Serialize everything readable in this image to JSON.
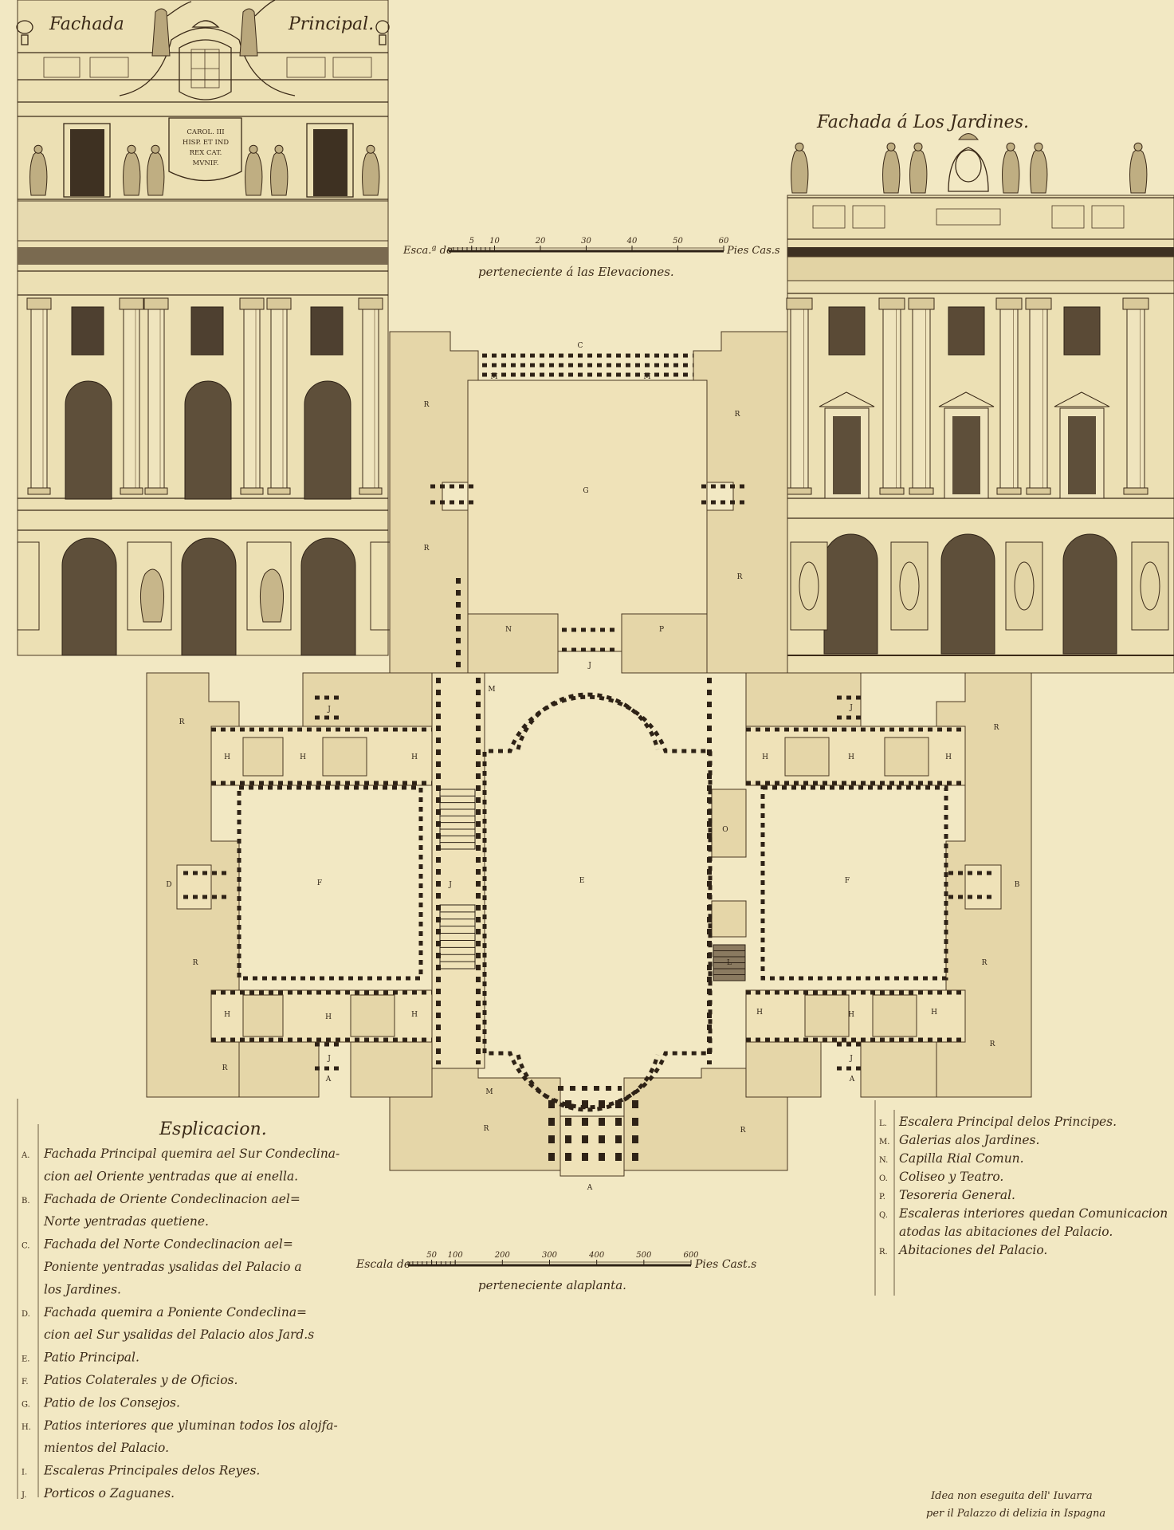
{
  "elevations": {
    "principal_title_1": "Fachada",
    "principal_title_2": "Principal.",
    "inscription": [
      "CAROL. III",
      "HISP. ET IND",
      "REX CAT.",
      "MVNIF."
    ],
    "gardens_title": "Fachada á Los Jardines."
  },
  "elevation_scale": {
    "prefix": "Esca.ª de",
    "ticks": [
      "5",
      "10",
      "20",
      "30",
      "40",
      "50",
      "60"
    ],
    "unit": "Pies Cas.s",
    "caption": "perteneciente á las Elevaciones."
  },
  "plan_scale": {
    "prefix": "Escala de",
    "ticks": [
      "50",
      "100",
      "200",
      "300",
      "400",
      "500",
      "600"
    ],
    "unit": "Pies Cast.s",
    "caption": "perteneciente alaplanta."
  },
  "plan_labels": [
    "G",
    "E",
    "F",
    "F",
    "N",
    "P",
    "O",
    "L",
    "A",
    "A",
    "A",
    "R",
    "R",
    "R",
    "R",
    "R",
    "R",
    "R",
    "R",
    "R",
    "R",
    "R",
    "R",
    "H",
    "H",
    "H",
    "H",
    "H",
    "H",
    "H",
    "H",
    "H",
    "H",
    "H",
    "H",
    "J",
    "J",
    "J",
    "J",
    "J",
    "J",
    "M",
    "M",
    "M",
    "M",
    "C",
    "D",
    "B"
  ],
  "legend_left": {
    "title": "Esplicacion.",
    "items": [
      {
        "letter": "A.",
        "lines": [
          "Fachada Principal quemira ael Sur Condeclina-",
          "cion ael Oriente yentradas que ai enella."
        ]
      },
      {
        "letter": "B.",
        "lines": [
          "Fachada de Oriente Condeclinacion ael=",
          "Norte yentradas quetiene."
        ]
      },
      {
        "letter": "C.",
        "lines": [
          "Fachada del Norte Condeclinacion ael=",
          "Poniente yentradas ysalidas del Palacio a",
          "los Jardines."
        ]
      },
      {
        "letter": "D.",
        "lines": [
          "Fachada quemira a Poniente Condeclina=",
          "cion ael Sur ysalidas del Palacio alos Jard.s"
        ]
      },
      {
        "letter": "E.",
        "lines": [
          "Patio Principal."
        ]
      },
      {
        "letter": "F.",
        "lines": [
          "Patios Colaterales y de Oficios."
        ]
      },
      {
        "letter": "G.",
        "lines": [
          "Patio de los Consejos."
        ]
      },
      {
        "letter": "H.",
        "lines": [
          "Patios interiores que yluminan todos los alojfa-",
          "mientos del Palacio."
        ]
      },
      {
        "letter": "I.",
        "lines": [
          "Escaleras Principales delos Reyes."
        ]
      },
      {
        "letter": "J.",
        "lines": [
          "Porticos o Zaguanes."
        ]
      }
    ]
  },
  "legend_right": {
    "items": [
      {
        "letter": "L.",
        "lines": [
          "Escalera Principal delos Principes."
        ]
      },
      {
        "letter": "M.",
        "lines": [
          "Galerias alos Jardines."
        ]
      },
      {
        "letter": "N.",
        "lines": [
          "Capilla Rial Comun."
        ]
      },
      {
        "letter": "O.",
        "lines": [
          "Coliseo y Teatro."
        ]
      },
      {
        "letter": "P.",
        "lines": [
          "Tesoreria General."
        ]
      },
      {
        "letter": "Q.",
        "lines": [
          "Escaleras interiores quedan Comunicacion",
          "atodas las abitaciones del Palacio."
        ]
      },
      {
        "letter": "R.",
        "lines": [
          "Abitaciones del Palacio."
        ]
      }
    ]
  },
  "note": [
    "Idea non eseguita dell' Iuvarra",
    "per il Palazzo di delizia in Ispagna"
  ],
  "colors": {
    "paper": "#f2e8c3",
    "ink": "#3b2a18",
    "wash": "#e5d6a8"
  }
}
